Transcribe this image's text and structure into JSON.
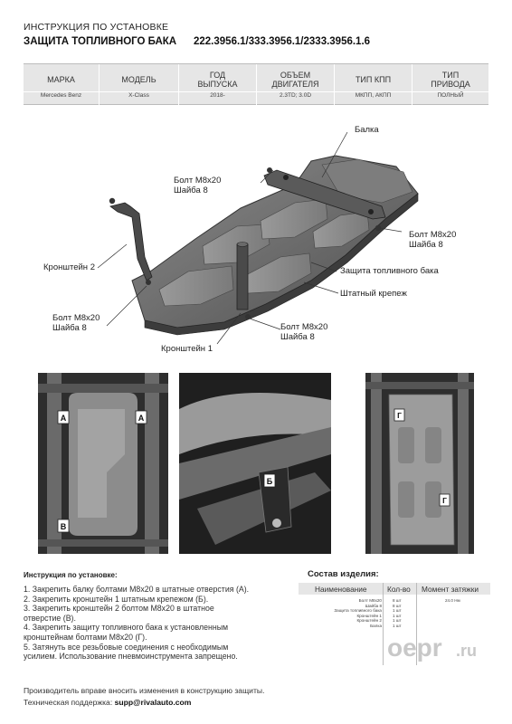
{
  "header": {
    "title_line1": "ИНСТРУКЦИЯ ПО УСТАНОВКЕ",
    "title_line2": "ЗАЩИТА ТОПЛИВНОГО БАКА",
    "part_codes": "222.3956.1/333.3956.1/2333.3956.1.6"
  },
  "spec_table": {
    "columns": [
      {
        "header": "МАРКА",
        "value": "Mercedes Benz"
      },
      {
        "header": "МОДЕЛЬ",
        "value": "X-Class"
      },
      {
        "header": "ГОД\nВЫПУСКА",
        "value": "2018-"
      },
      {
        "header": "ОБЪЕМ\nДВИГАТЕЛЯ",
        "value": "2.3TD; 3.0D"
      },
      {
        "header": "ТИП КПП",
        "value": "МКПП, АКПП"
      },
      {
        "header": "ТИП\nПРИВОДА",
        "value": "ПОЛНЫЙ"
      }
    ]
  },
  "diagram_labels": {
    "balka": "Балка",
    "bolt_top": "Болт М8х20\nШайба 8",
    "bolt_right": "Болт М8х20\nШайба 8",
    "kronshtein2": "Кронштейн 2",
    "zashchita": "Защита топливного бака",
    "shtatny": "Штатный крепеж",
    "bolt_left": "Болт М8х20\nШайба 8",
    "bolt_bottom": "Болт М8х20\nШайба 8",
    "kronshtein1": "Кронштейн 1"
  },
  "photo_markers": {
    "a": "А",
    "b": "Б",
    "v": "В",
    "g": "Г"
  },
  "instructions": {
    "title": "Инструкция по установке:",
    "steps": [
      "1. Закрепить балку болтами М8х20 в штатные отверстия (А).",
      "2. Закрепить кронштейн 1 штатным крепежом (Б).",
      "3. Закрепить кронштейн 2 болтом М8х20 в штатное\nотверстие (В).",
      "4. Закрепить защиту топливного бака к установленным\nкронштейнам болтами М8х20 (Г).",
      "5. Затянуть все резьбовые соединения с необходимым\nусилием. Использование пневмоинструмента запрещено."
    ]
  },
  "composition": {
    "title": "Состав изделия:",
    "headers": [
      "Наименование",
      "Кол-во",
      "Момент затяжки"
    ],
    "rows": [
      {
        "name": "Болт М8х20",
        "qty": "8 шт",
        "torque": "24.0 Нм"
      },
      {
        "name": "Шайба 8",
        "qty": "8 шт",
        "torque": ""
      },
      {
        "name": "Защита топливного бака",
        "qty": "1 шт",
        "torque": ""
      },
      {
        "name": "Кронштейн 1",
        "qty": "1 шт",
        "torque": ""
      },
      {
        "name": "Кронштейн 2",
        "qty": "1 шт",
        "torque": ""
      },
      {
        "name": "Балка",
        "qty": "1 шт",
        "torque": ""
      }
    ]
  },
  "footer": {
    "notice": "Производитель вправе вносить изменения в конструкцию защиты.",
    "support_label": "Техническая поддержка:",
    "support_email": "supp@rivalauto.com"
  },
  "logo": {
    "brand": "oepr",
    "suffix": ".ru"
  },
  "colors": {
    "table_bg": "#e6e6e6",
    "logo_grey": "#c8c8c8",
    "marker_bg": "#ffffff"
  }
}
